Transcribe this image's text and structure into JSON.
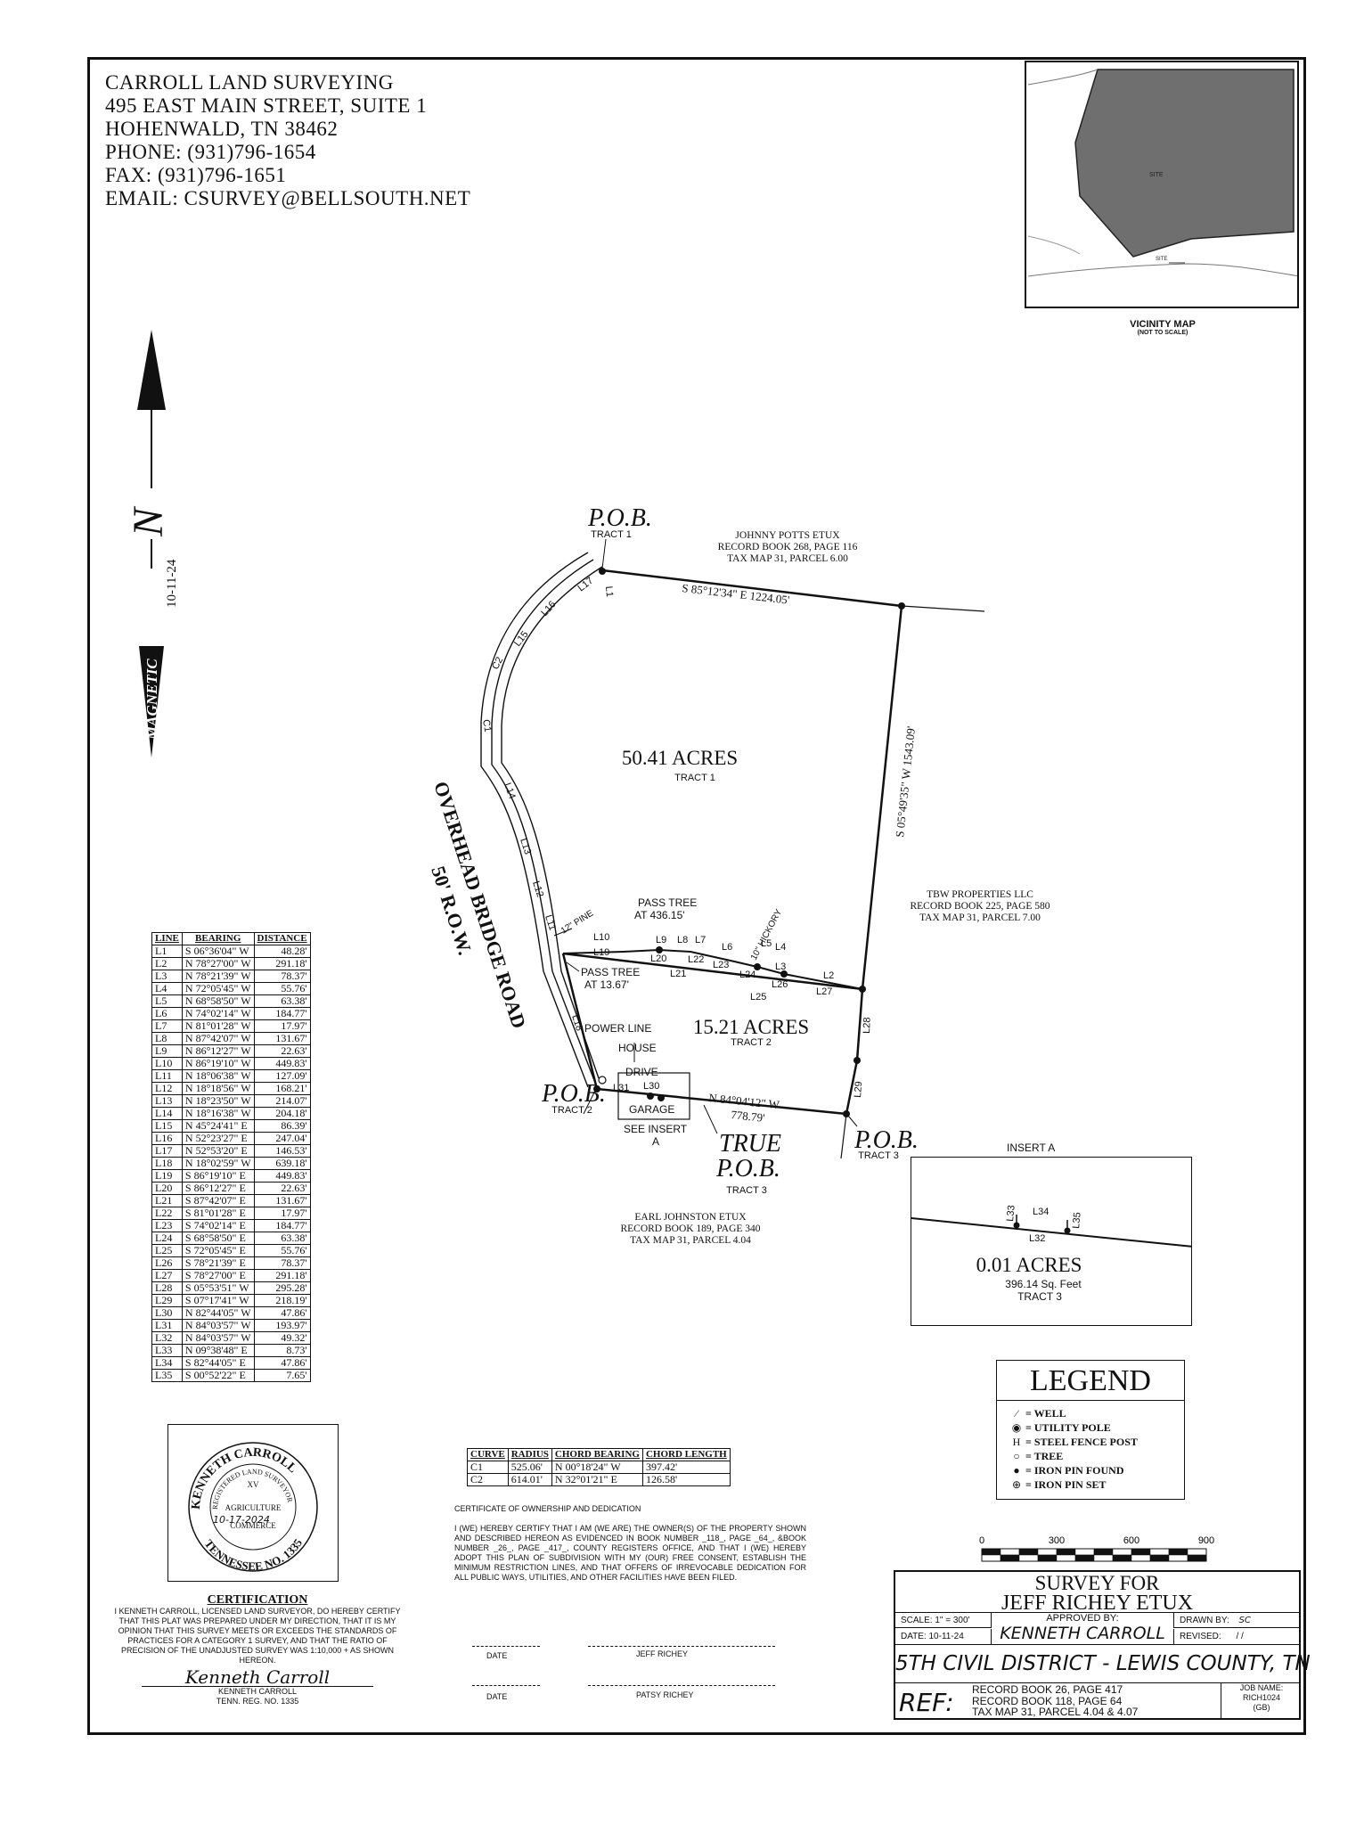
{
  "header": {
    "lines": [
      "CARROLL LAND SURVEYING",
      "495 EAST MAIN STREET, SUITE 1",
      "HOHENWALD, TN 38462",
      "PHONE: (931)796-1654",
      "FAX: (931)796-1651",
      "EMAIL: CSURVEY@BELLSOUTH.NET"
    ]
  },
  "vicinity_map": {
    "label": "VICINITY MAP",
    "sublabel": "(NOT TO SCALE)",
    "site": "SITE"
  },
  "north_arrow": {
    "date": "10-11-24",
    "magnetic": "MAGNETIC",
    "north": "N"
  },
  "road": {
    "name": "OVERHEAD BRIDGE ROAD",
    "row": "50' R.O.W."
  },
  "tracts": {
    "t1": {
      "acres": "50.41 ACRES",
      "name": "TRACT 1"
    },
    "t2": {
      "acres": "15.21 ACRES",
      "name": "TRACT 2"
    }
  },
  "pob": {
    "label": "P.O.B.",
    "tract1": "TRACT 1",
    "tract2": "TRACT 2",
    "tract3": "TRACT 3",
    "true_label_1": "TRUE",
    "true_label_2": "P.O.B.",
    "true_tract": "TRACT 3"
  },
  "adjoiners": {
    "potts": [
      "JOHNNY POTTS ETUX",
      "RECORD BOOK 268, PAGE 116",
      "TAX MAP 31, PARCEL 6.00"
    ],
    "tbw": [
      "TBW PROPERTIES LLC",
      "RECORD BOOK 225, PAGE 580",
      "TAX MAP 31, PARCEL 7.00"
    ],
    "johnston": [
      "EARL JOHNSTON ETUX",
      "RECORD BOOK 189, PAGE 340",
      "TAX MAP 31, PARCEL 4.04"
    ]
  },
  "bearings": {
    "north_line": "S 85°12'34\" E  1224.05'",
    "east_line": "S 05°49'35\" W  1543.09'",
    "south_line_1": "N 84°04'12\" W",
    "south_line_2": "778.79'"
  },
  "plat_labels": {
    "pass_tree_1": "PASS TREE",
    "pass_tree_1b": "AT 436.15'",
    "pine": "12\" PINE",
    "hickory": "10\" HICKORY",
    "pass_tree_2": "PASS TREE",
    "pass_tree_2b": "AT 13.67'",
    "power_line": "POWER LINE",
    "house": "HOUSE",
    "drive": "DRIVE",
    "garage": "GARAGE",
    "see_insert": "SEE INSERT",
    "see_insert_b": "A",
    "seg": [
      "L1",
      "L17",
      "L16",
      "L15",
      "C2",
      "C1",
      "L14",
      "L13",
      "L12",
      "L11",
      "L10",
      "L19",
      "L9",
      "L20",
      "L8",
      "L22",
      "L7",
      "L21",
      "L6",
      "L23",
      "L5",
      "L24",
      "L4",
      "L3",
      "L26",
      "L25",
      "L2",
      "L27",
      "L18",
      "L28",
      "L29",
      "L31",
      "L30"
    ]
  },
  "insert": {
    "title": "INSERT A",
    "acres": "0.01 ACRES",
    "sqft": "396.14 Sq. Feet",
    "tract": "TRACT 3",
    "labels": [
      "L33",
      "L34",
      "L32",
      "L35"
    ]
  },
  "legend": {
    "title": "LEGEND",
    "items": [
      {
        "sym": "⁄",
        "text": "= WELL"
      },
      {
        "sym": "◉",
        "text": "= UTILITY POLE"
      },
      {
        "sym": "H",
        "text": "= STEEL FENCE POST"
      },
      {
        "sym": "○",
        "text": "= TREE"
      },
      {
        "sym": "●",
        "text": "= IRON PIN FOUND"
      },
      {
        "sym": "⊕",
        "text": "= IRON PIN SET"
      }
    ]
  },
  "scale_bar": {
    "ticks": [
      "0",
      "300",
      "600",
      "900"
    ]
  },
  "line_table": {
    "headers": [
      "LINE",
      "BEARING",
      "DISTANCE"
    ],
    "rows": [
      [
        "L1",
        "S 06°36'04\" W",
        "48.28'"
      ],
      [
        "L2",
        "N 78°27'00\" W",
        "291.18'"
      ],
      [
        "L3",
        "N 78°21'39\" W",
        "78.37'"
      ],
      [
        "L4",
        "N 72°05'45\" W",
        "55.76'"
      ],
      [
        "L5",
        "N 68°58'50\" W",
        "63.38'"
      ],
      [
        "L6",
        "N 74°02'14\" W",
        "184.77'"
      ],
      [
        "L7",
        "N 81°01'28\" W",
        "17.97'"
      ],
      [
        "L8",
        "N 87°42'07\" W",
        "131.67'"
      ],
      [
        "L9",
        "N 86°12'27\" W",
        "22.63'"
      ],
      [
        "L10",
        "N 86°19'10\" W",
        "449.83'"
      ],
      [
        "L11",
        "N 18°06'38\" W",
        "127.09'"
      ],
      [
        "L12",
        "N 18°18'56\" W",
        "168.21'"
      ],
      [
        "L13",
        "N 18°23'50\" W",
        "214.07'"
      ],
      [
        "L14",
        "N 18°16'38\" W",
        "204.18'"
      ],
      [
        "L15",
        "N 45°24'41\" E",
        "86.39'"
      ],
      [
        "L16",
        "N 52°23'27\" E",
        "247.04'"
      ],
      [
        "L17",
        "N 52°53'20\" E",
        "146.53'"
      ],
      [
        "L18",
        "N 18°02'59\" W",
        "639.18'"
      ],
      [
        "L19",
        "S 86°19'10\" E",
        "449.83'"
      ],
      [
        "L20",
        "S 86°12'27\" E",
        "22.63'"
      ],
      [
        "L21",
        "S 87°42'07\" E",
        "131.67'"
      ],
      [
        "L22",
        "S 81°01'28\" E",
        "17.97'"
      ],
      [
        "L23",
        "S 74°02'14\" E",
        "184.77'"
      ],
      [
        "L24",
        "S 68°58'50\" E",
        "63.38'"
      ],
      [
        "L25",
        "S 72°05'45\" E",
        "55.76'"
      ],
      [
        "L26",
        "S 78°21'39\" E",
        "78.37'"
      ],
      [
        "L27",
        "S 78°27'00\" E",
        "291.18'"
      ],
      [
        "L28",
        "S 05°53'51\" W",
        "295.28'"
      ],
      [
        "L29",
        "S 07°17'41\" W",
        "218.19'"
      ],
      [
        "L30",
        "N 82°44'05\" W",
        "47.86'"
      ],
      [
        "L31",
        "N 84°03'57\" W",
        "193.97'"
      ],
      [
        "L32",
        "N 84°03'57\" W",
        "49.32'"
      ],
      [
        "L33",
        "N 09°38'48\" E",
        "8.73'"
      ],
      [
        "L34",
        "S 82°44'05\" E",
        "47.86'"
      ],
      [
        "L35",
        "S 00°52'22\" E",
        "7.65'"
      ]
    ]
  },
  "curve_table": {
    "headers": [
      "CURVE",
      "RADIUS",
      "CHORD BEARING",
      "CHORD LENGTH"
    ],
    "rows": [
      [
        "C1",
        "525.06'",
        "N 00°18'24\" W",
        "397.42'"
      ],
      [
        "C2",
        "614.01'",
        "N 32°01'21\" E",
        "126.58'"
      ]
    ]
  },
  "seal": {
    "top": "KENNETH CARROLL",
    "inner": "REGISTERED LAND SURVEYOR",
    "roman": "XV",
    "agri": "AGRICULTURE",
    "commerce": "COMMERCE",
    "bottom": "TENNESSEE NO. 1335",
    "date": "10-17-2024"
  },
  "certification": {
    "title": "CERTIFICATION",
    "body": "I KENNETH CARROLL, LICENSED LAND SURVEYOR, DO HEREBY CERTIFY THAT THIS PLAT WAS PREPARED UNDER MY DIRECTION, THAT IT IS MY OPINION THAT THIS SURVEY MEETS OR EXCEEDS THE STANDARDS OF PRACTICES FOR A CATEGORY 1 SURVEY, AND THAT THE RATIO OF PRECISION OF THE UNADJUSTED SURVEY WAS 1:10,000 + AS SHOWN HEREON.",
    "signature": "Kenneth Carroll",
    "name": "KENNETH CARROLL",
    "reg": "TENN. REG. NO. 1335"
  },
  "ownership": {
    "title": "CERTIFICATE OF OWNERSHIP AND DEDICATION",
    "body": "I (WE) HEREBY CERTIFY THAT I AM (WE ARE) THE OWNER(S) OF THE PROPERTY SHOWN AND DESCRIBED HEREON AS EVIDENCED IN BOOK NUMBER _118_, PAGE _64_, &BOOK NUMBER _26_, PAGE _417_, COUNTY REGISTERS OFFICE, AND THAT I (WE) HEREBY ADOPT THIS PLAN OF SUBDIVISION WITH MY (OUR) FREE CONSENT, ESTABLISH THE MINIMUM RESTRICTION LINES, AND THAT OFFERS OF IRREVOCABLE DEDICATION FOR ALL PUBLIC WAYS, UTILITIES, AND OTHER FACILITIES HAVE BEEN FILED.",
    "date_label": "DATE",
    "signer1": "JEFF RICHEY",
    "signer2": "PATSY RICHEY"
  },
  "title_block": {
    "survey_for": "SURVEY FOR",
    "client": "JEFF RICHEY ETUX",
    "scale": "SCALE: 1\" = 300'",
    "approved_by": "APPROVED BY:",
    "approver": "KENNETH CARROLL",
    "drawn_by": "DRAWN BY:",
    "drawn_initials": "SC",
    "date": "DATE: 10-11-24",
    "revised": "REVISED:",
    "revised_value": "/ /",
    "district": "5TH CIVIL DISTRICT - LEWIS COUNTY, TN",
    "ref": "REF:",
    "ref_lines": [
      "RECORD BOOK 26, PAGE 417",
      "RECORD BOOK 118, PAGE 64",
      "TAX MAP 31, PARCEL 4.04 & 4.07"
    ],
    "job_name": "JOB NAME:",
    "job_value": "RICH1024",
    "job_code": "(GB)"
  }
}
